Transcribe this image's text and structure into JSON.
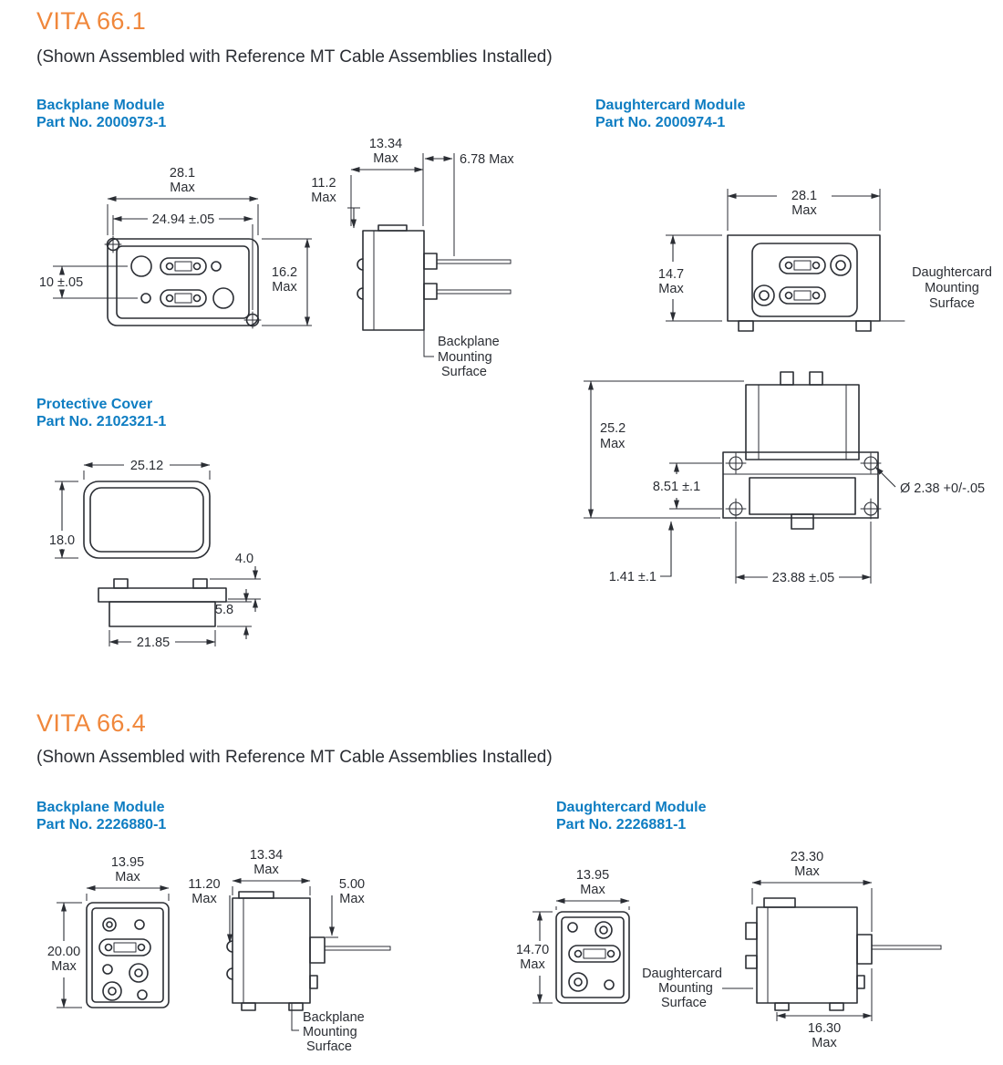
{
  "colors": {
    "accent_orange": "#F0873B",
    "accent_blue": "#0E7DC2",
    "ink": "#2B2E34"
  },
  "vita661": {
    "title": "VITA 66.1",
    "subtitle": "(Shown Assembled with Reference MT Cable Assemblies Installed)",
    "backplane": {
      "name": "Backplane Module",
      "part": "Part No. 2000973-1",
      "front": {
        "width": [
          "28.1",
          "Max"
        ],
        "hole_span": "24.94 ±.05",
        "row_pitch": "10 ±.05",
        "height": [
          "16.2",
          "Max"
        ]
      },
      "side": {
        "depth": [
          "13.34",
          "Max"
        ],
        "protrusion": "6.78 Max",
        "height_above": [
          "11.2",
          "Max"
        ],
        "surface_label": [
          "Backplane",
          "Mounting",
          "Surface"
        ]
      }
    },
    "daughtercard": {
      "name": "Daughtercard Module",
      "part": "Part No. 2000974-1",
      "front": {
        "width": [
          "28.1",
          "Max"
        ],
        "height": [
          "14.7",
          "Max"
        ],
        "surface_label": [
          "Daughtercard",
          "Mounting",
          "Surface"
        ]
      },
      "bottom": {
        "height": [
          "25.2",
          "Max"
        ],
        "hole_row_offset": "8.51 ±.1",
        "surface_offset": "1.41 ±.1",
        "hole_span": "23.88 ±.05",
        "hole_diameter": "Ø 2.38 +0/-.05"
      }
    },
    "cover": {
      "name": "Protective Cover",
      "part": "Part No. 2102321-1",
      "top": {
        "width": "25.12",
        "height": "18.0"
      },
      "side": {
        "tab_height": "4.0",
        "body_height": "5.8",
        "body_width": "21.85"
      }
    }
  },
  "vita664": {
    "title": "VITA 66.4",
    "subtitle": "(Shown Assembled with Reference MT Cable Assemblies Installed)",
    "backplane": {
      "name": "Backplane Module",
      "part": "Part No. 2226880-1",
      "front": {
        "width": [
          "13.95",
          "Max"
        ],
        "height": [
          "20.00",
          "Max"
        ]
      },
      "side": {
        "depth": [
          "13.34",
          "Max"
        ],
        "height_above": [
          "11.20",
          "Max"
        ],
        "protrusion": [
          "5.00",
          "Max"
        ],
        "surface_label": [
          "Backplane",
          "Mounting",
          "Surface"
        ]
      }
    },
    "daughtercard": {
      "name": "Daughtercard Module",
      "part": "Part No. 2226881-1",
      "front": {
        "width": [
          "13.95",
          "Max"
        ],
        "height": [
          "14.70",
          "Max"
        ],
        "surface_label": [
          "Daughtercard",
          "Mounting",
          "Surface"
        ]
      },
      "side": {
        "depth": [
          "23.30",
          "Max"
        ],
        "length": [
          "16.30",
          "Max"
        ]
      }
    }
  }
}
